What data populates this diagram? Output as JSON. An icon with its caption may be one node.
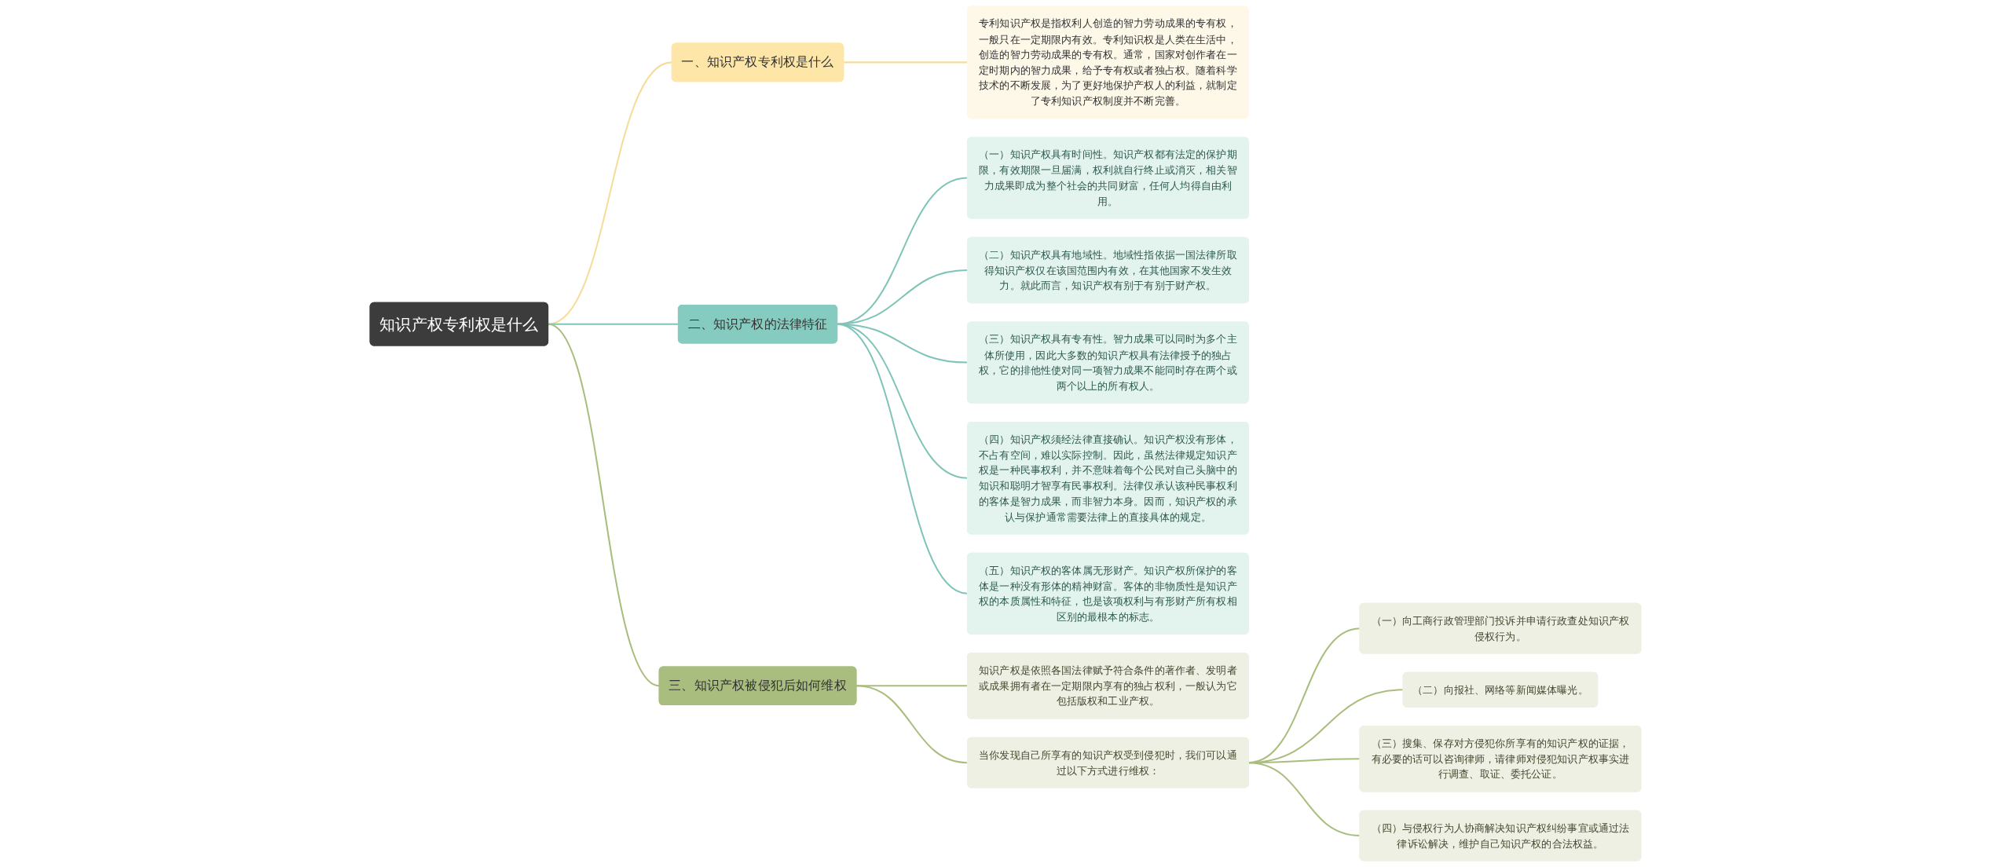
{
  "diagram": {
    "nodes": [
      {
        "text": [
          "知识产权专利权是什么"
        ]
      },
      {
        "text": [
          "一、知识产权专利权是什么"
        ]
      },
      {
        "text": [
          "专利知识产权是指权利人创造的智力劳动成果的专有权，一般只在一定期限内有效。专利知识权是人类在生活中，创造的智力劳动成果的专有权。通常，国家对创作者在一定时期内的智力成果，给予专有权或者独占权。随着科学技术的不断发展，为了更好地保护产权人的利益，就制定了专利知识产权制度并不断完善。"
        ]
      },
      {
        "text": [
          "二、知识产权的法律特征"
        ]
      },
      {
        "text": [
          "（一）知识产权具有时间性。知识产权都有法定的保护期限，有效期限一旦届满，权利就自行终止或消灭，相关智力成果即成为整个社会的共同财富，任何人均得自由利用。"
        ]
      },
      {
        "text": [
          "（二）知识产权具有地域性。地域性指依据一国法律所取得知识产权仅在该国范围内有效，在其他国家不发生效力。就此而言，知识产权有别于有别于财产权。"
        ]
      },
      {
        "text": [
          "（三）知识产权具有专有性。智力成果可以同时为多个主体所使用，因此大多数的知识产权具有法律授予的独占权，它的排他性使对同一项智力成果不能同时存在两个或两个以上的所有权人。"
        ]
      },
      {
        "text": [
          "（四）知识产权须经法律直接确认。知识产权没有形体，不占有空间，难以实际控制。因此，虽然法律规定知识产权是一种民事权利，并不意味着每个公民对自己头脑中的知识和聪明才智享有民事权利。法律仅承认该种民事权利的客体是智力成果，而非智力本身。因而，知识产权的承认与保护通常需要法律上的直接具体的规定。"
        ]
      },
      {
        "text": [
          "（五）知识产权的客体属无形财产。知识产权所保护的客体是一种没有形体的精神财富。客体的非物质性是知识产权的本质属性和特征，也是该项权利与有形财产所有权相区别的最根本的标志。"
        ]
      },
      {
        "text": [
          "三、知识产权被侵犯后如何维权"
        ]
      },
      {
        "text": [
          "知识产权是依照各国法律赋予符合条件的著作者、发明者或成果拥有者在一定期限内享有的独占权利，一般认为它包括版权和工业产权。"
        ]
      },
      {
        "text": [
          "当你发现自己所享有的知识产权受到侵犯时，我们可以通过以下方式进行维权："
        ]
      },
      {
        "text": [
          "（一）向工商行政管理部门投诉并申请行政查处知识产权侵权行为。"
        ]
      },
      {
        "text": [
          "（二）向报社、网络等新闻媒体曝光。"
        ]
      },
      {
        "text": [
          "（三）搜集、保存对方侵犯你所享有的知识产权的证据，有必要的话可以咨询律师，请律师对侵犯知识产权事实进行调查、取证、委托公证。"
        ]
      },
      {
        "text": [
          "（四）与侵权行为人协商解决知识产权纠纷事宜或通过法律诉讼解决，维护自己知识产权的合法权益。"
        ]
      }
    ],
    "edges": [
      {
        "from": 0,
        "to": 1,
        "arrow": "none",
        "color": "#f5dc98"
      },
      {
        "from": 1,
        "to": 2,
        "arrow": "none",
        "color": "#f5dc98"
      },
      {
        "from": 0,
        "to": 3,
        "arrow": "none",
        "color": "#7fc4b8"
      },
      {
        "from": 3,
        "to": 4,
        "arrow": "none",
        "color": "#7fc4b8"
      },
      {
        "from": 3,
        "to": 5,
        "arrow": "none",
        "color": "#7fc4b8"
      },
      {
        "from": 3,
        "to": 6,
        "arrow": "none",
        "color": "#7fc4b8"
      },
      {
        "from": 3,
        "to": 7,
        "arrow": "none",
        "color": "#7fc4b8"
      },
      {
        "from": 3,
        "to": 8,
        "arrow": "none",
        "color": "#7fc4b8"
      },
      {
        "from": 0,
        "to": 9,
        "arrow": "none"
      },
      {
        "from": 9,
        "to": 10,
        "arrow": "none"
      },
      {
        "from": 9,
        "to": 11,
        "arrow": "none"
      },
      {
        "from": 11,
        "to": 12,
        "arrow": "none"
      },
      {
        "from": 11,
        "to": 13,
        "arrow": "none"
      },
      {
        "from": 11,
        "to": 14,
        "arrow": "none"
      },
      {
        "from": 11,
        "to": 15,
        "arrow": "none"
      }
    ]
  }
}
